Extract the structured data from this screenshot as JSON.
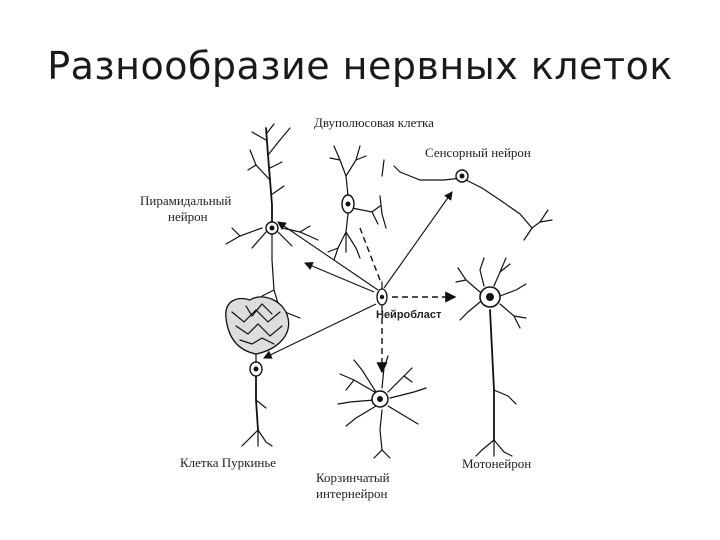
{
  "title": "Разнообразие нервных клеток",
  "labels": {
    "bipolar": "Двуполюсовая клетка",
    "sensory": "Сенсорный нейрон",
    "pyramidal_line1": "Пирамидальный",
    "pyramidal_line2": "нейрон",
    "neuroblast": "Нейробласт",
    "purkinje": "Клетка Пуркинье",
    "basket_line1": "Корзинчатый",
    "basket_line2": "интернейрон",
    "motor": "Мотонейрон"
  }
}
